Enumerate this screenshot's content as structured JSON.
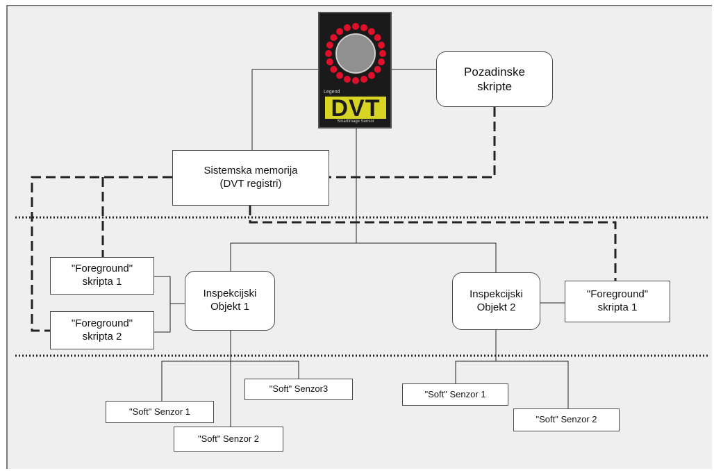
{
  "logo": {
    "legend_text": "Legend",
    "brand_text": "DVT",
    "sub_text": "SmartImage Sensor",
    "led_color": "#e0102a",
    "lens_color": "#909090",
    "brand_color": "#d8d423"
  },
  "nodes": {
    "background_scripts": {
      "line1": "Pozadinske",
      "line2": "skripte"
    },
    "system_memory": {
      "line1": "Sistemska memorija",
      "line2": "(DVT registri)"
    },
    "foreground_script_1_left": {
      "line1": "\"Foreground\"",
      "line2": "skripta 1"
    },
    "foreground_script_2_left": {
      "line1": "\"Foreground\"",
      "line2": "skripta 2"
    },
    "inspection_object_1": {
      "line1": "Inspekcijski",
      "line2": "Objekt 1"
    },
    "inspection_object_2": {
      "line1": "Inspekcijski",
      "line2": "Objekt 2"
    },
    "foreground_script_1_right": {
      "line1": "\"Foreground\"",
      "line2": "skripta 1"
    },
    "soft_sensor_1_left": {
      "label": "\"Soft\" Senzor 1"
    },
    "soft_sensor_2_left": {
      "label": "\"Soft\" Senzor 2"
    },
    "soft_sensor_3_left": {
      "label": "\"Soft\" Senzor3"
    },
    "soft_sensor_1_right": {
      "label": "\"Soft\" Senzor 1"
    },
    "soft_sensor_2_right": {
      "label": "\"Soft\" Senzor 2"
    }
  },
  "colors": {
    "background": "#efefef",
    "line": "#222222",
    "box_border": "#4a4a4a"
  }
}
